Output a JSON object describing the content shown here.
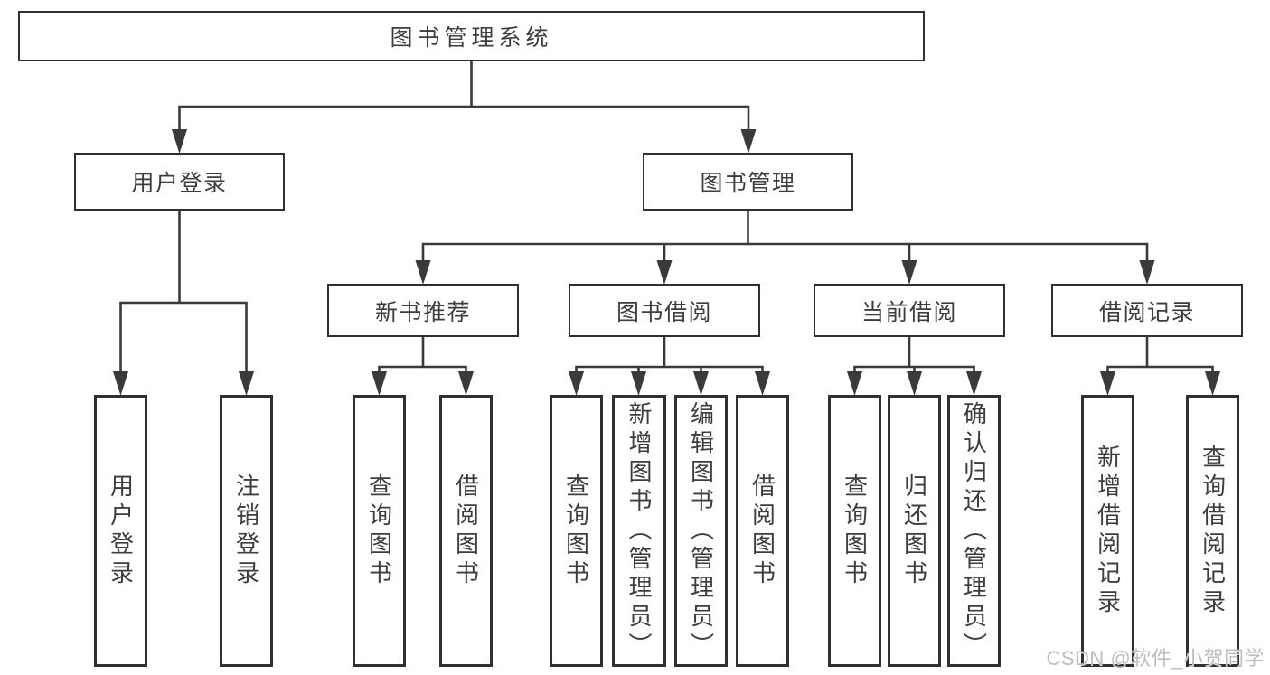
{
  "tree": {
    "root": "图书管理系统",
    "children": [
      {
        "label": "用户登录",
        "children": [
          {
            "label": "用户登录"
          },
          {
            "label": "注销登录"
          }
        ]
      },
      {
        "label": "图书管理",
        "children": [
          {
            "label": "新书推荐",
            "children": [
              {
                "label": "查询图书"
              },
              {
                "label": "借阅图书"
              }
            ]
          },
          {
            "label": "图书借阅",
            "children": [
              {
                "label": "查询图书"
              },
              {
                "label": "新增图书（管理员）"
              },
              {
                "label": "编辑图书（管理员）"
              },
              {
                "label": "借阅图书"
              }
            ]
          },
          {
            "label": "当前借阅",
            "children": [
              {
                "label": "查询图书"
              },
              {
                "label": "归还图书"
              },
              {
                "label": "确认归还（管理员）"
              }
            ]
          },
          {
            "label": "借阅记录",
            "children": [
              {
                "label": "新增借阅记录"
              },
              {
                "label": "查询借阅记录"
              }
            ]
          }
        ]
      }
    ]
  },
  "watermark": "CSDN @软件_小贺同学",
  "colors": {
    "line": "#3a3a3a",
    "box_border": "#303030",
    "text": "#3d3d3d",
    "watermark": "#bcbcbc",
    "background": "#ffffff"
  }
}
